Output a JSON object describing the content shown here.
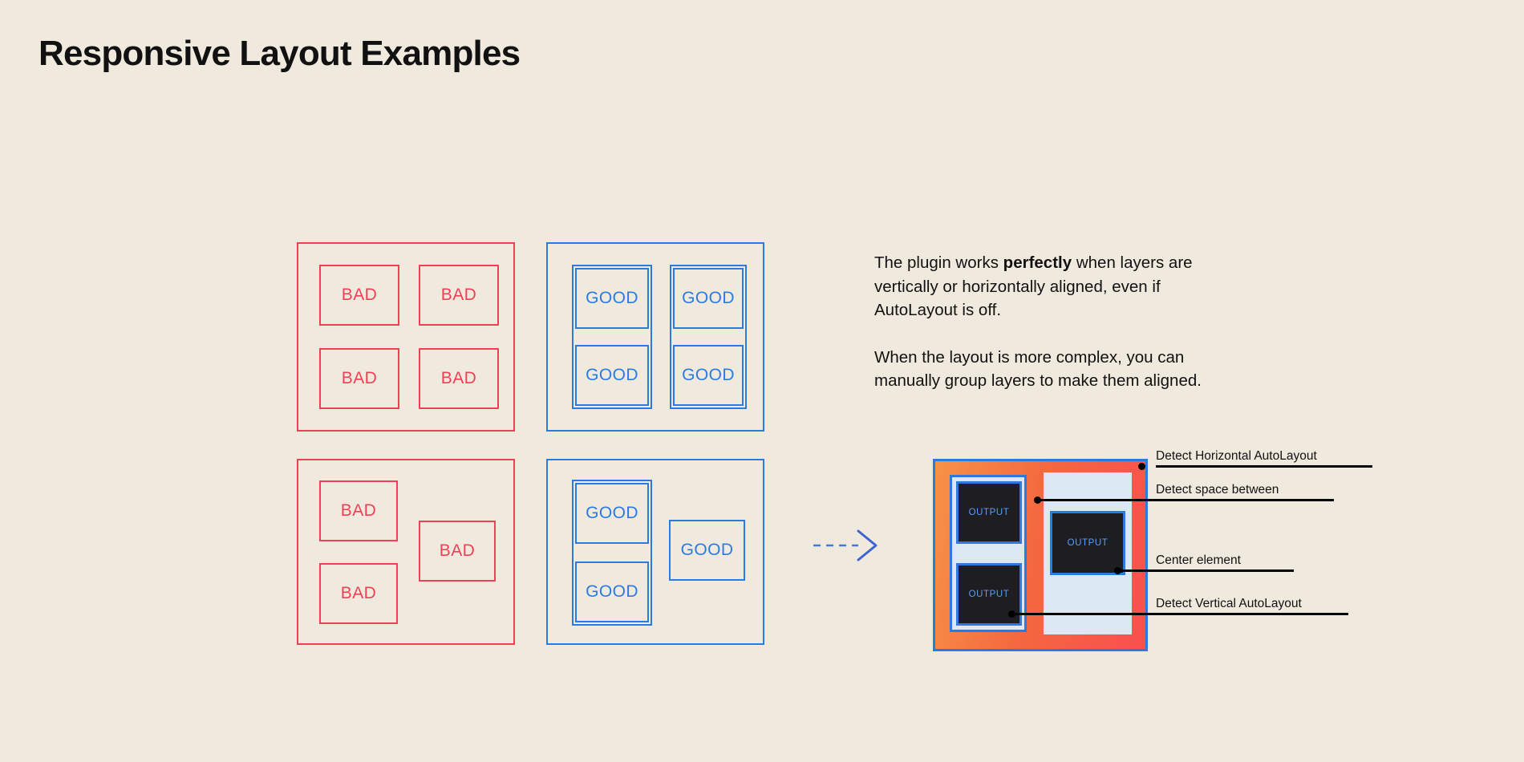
{
  "page": {
    "title": "Responsive Layout Examples",
    "background_color": "#f0eade",
    "bad_color": "#ef4056",
    "good_color": "#2a7ae2",
    "text_color": "#111111"
  },
  "examples": {
    "bad_grid": {
      "kind": "bad",
      "cells": [
        {
          "label": "BAD"
        },
        {
          "label": "BAD"
        },
        {
          "label": "BAD"
        },
        {
          "label": "BAD"
        }
      ]
    },
    "good_grid": {
      "kind": "good",
      "cells": [
        {
          "label": "GOOD"
        },
        {
          "label": "GOOD"
        },
        {
          "label": "GOOD"
        },
        {
          "label": "GOOD"
        }
      ]
    },
    "bad_complex": {
      "kind": "bad",
      "cells": [
        {
          "label": "BAD"
        },
        {
          "label": "BAD"
        },
        {
          "label": "BAD"
        }
      ]
    },
    "good_complex": {
      "kind": "good",
      "cells": [
        {
          "label": "GOOD"
        },
        {
          "label": "GOOD"
        },
        {
          "label": "GOOD"
        }
      ]
    }
  },
  "copy": {
    "paragraph1_prefix": "The plugin works ",
    "paragraph1_bold": "perfectly",
    "paragraph1_suffix": " when layers are vertically or horizontally aligned, even if AutoLayout is off.",
    "paragraph2": "When the layout is more complex, you can manually group layers to make them aligned."
  },
  "arrow": {
    "icon": "dashed-arrow-right-icon",
    "color": "#2a7ae2"
  },
  "figure": {
    "frame_border_color": "#2a7ae2",
    "frame_fill_start": "#f79247",
    "frame_fill_end": "#f94f4f",
    "panel_fill": "#dce9f5",
    "output_fill": "#1d1d22",
    "output_text_color": "#5b9df9",
    "outputs": [
      {
        "label": "OUTPUT"
      },
      {
        "label": "OUTPUT"
      },
      {
        "label": "OUTPUT"
      }
    ],
    "annotations": [
      {
        "label": "Detect Horizontal AutoLayout"
      },
      {
        "label": "Detect space between"
      },
      {
        "label": "Center element"
      },
      {
        "label": "Detect Vertical AutoLayout"
      }
    ]
  }
}
